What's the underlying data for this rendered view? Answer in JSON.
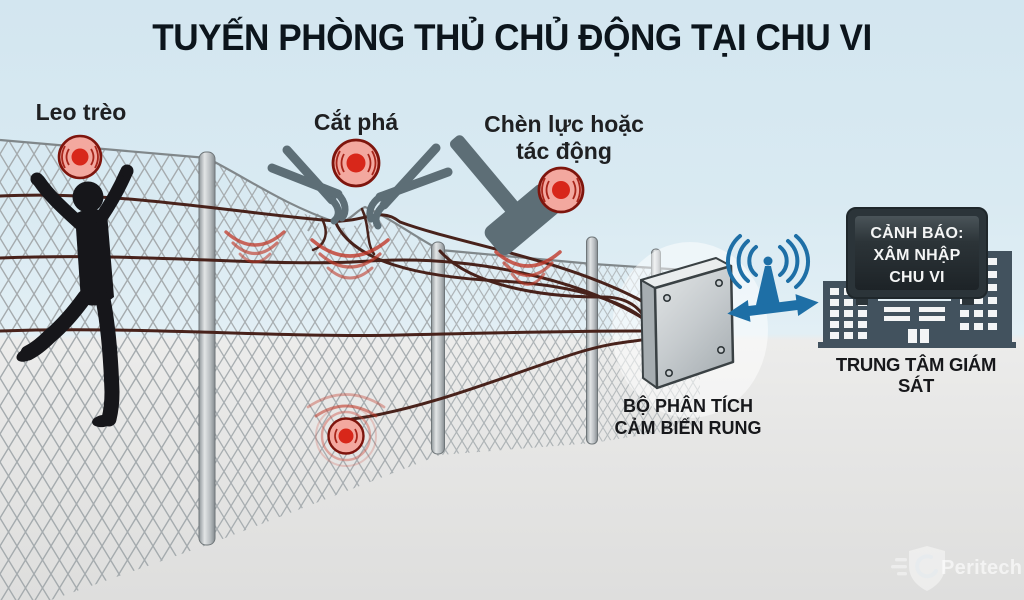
{
  "title": "TUYẾN PHÒNG THỦ CHỦ ĐỘNG TẠI CHU VI",
  "labels": {
    "climbing": "Leo trèo",
    "cutting": "Cắt phá",
    "impact_line1": "Chèn lực hoặc",
    "impact_line2": "tác động"
  },
  "analyzer": {
    "line1": "BỘ PHÂN TÍCH",
    "line2": "CẢM BIẾN RUNG"
  },
  "monitoring_center": {
    "name": "TRUNG TÂM GIÁM SÁT",
    "alert_line1": "CẢNH BÁO:",
    "alert_line2": "XÂM NHẬP",
    "alert_line3": "CHU VI"
  },
  "watermark": "Peritech",
  "colors": {
    "sky": "#d6e8f1",
    "ground": "#e7e7e6",
    "alert_red": "#d8271a",
    "sensor_fill": "#f3a89f",
    "sensor_ring": "#7e150d",
    "cable": "#48221b",
    "tool_gray": "#5d6e76",
    "signal_blue": "#1e6fa6",
    "building": "#42525e",
    "text_dark": "#15161a"
  }
}
